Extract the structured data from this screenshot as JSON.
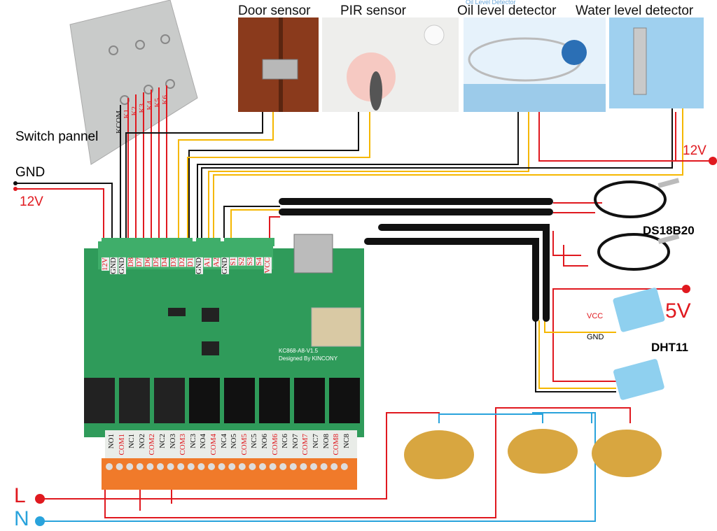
{
  "sensors": {
    "door": "Door sensor",
    "pir": "PIR sensor",
    "oil": "Oil level detector",
    "oil_watermark": "Oil Level Detector",
    "water": "Water level detector"
  },
  "switch_panel": {
    "label": "Switch pannel",
    "terminals": [
      "KCOM",
      "K1",
      "K2",
      "K3",
      "K4",
      "K5",
      "K6"
    ]
  },
  "power": {
    "gnd": "GND",
    "v12_left": "12V",
    "v12_right": "12V",
    "v5": "5V",
    "L": "L",
    "N": "N"
  },
  "board": {
    "model": "KC868-A8-V1.5",
    "designer": "Designed By KINCONY",
    "input_terminals": [
      "12V",
      "GND",
      "GND",
      "D8",
      "D7",
      "D6",
      "D5",
      "D4",
      "D3",
      "D2",
      "D1",
      "GND",
      "A1",
      "A2",
      "GND",
      "S1",
      "S2",
      "S3",
      "S4",
      "VCC"
    ],
    "relay_terminals": [
      "NO1",
      "COM1",
      "NC1",
      "NO2",
      "COM2",
      "NC2",
      "NO3",
      "COM3",
      "NC3",
      "NO4",
      "COM4",
      "NC4",
      "NO5",
      "COM5",
      "NC5",
      "NO6",
      "COM6",
      "NC6",
      "NO7",
      "COM7",
      "NC7",
      "NO8",
      "COM8",
      "NC8"
    ]
  },
  "temp_sensor": {
    "label": "DS18B20"
  },
  "dht": {
    "label": "DHT11",
    "vcc": "VCC",
    "gnd": "GND"
  },
  "colors": {
    "wire_red": "#e0191f",
    "wire_black": "#111111",
    "wire_yellow": "#f5b700",
    "wire_blue": "#29a3dc",
    "board_green": "#2f9b5a",
    "terminal_green": "#3fae6a",
    "terminal_orange": "#f07a2a"
  }
}
